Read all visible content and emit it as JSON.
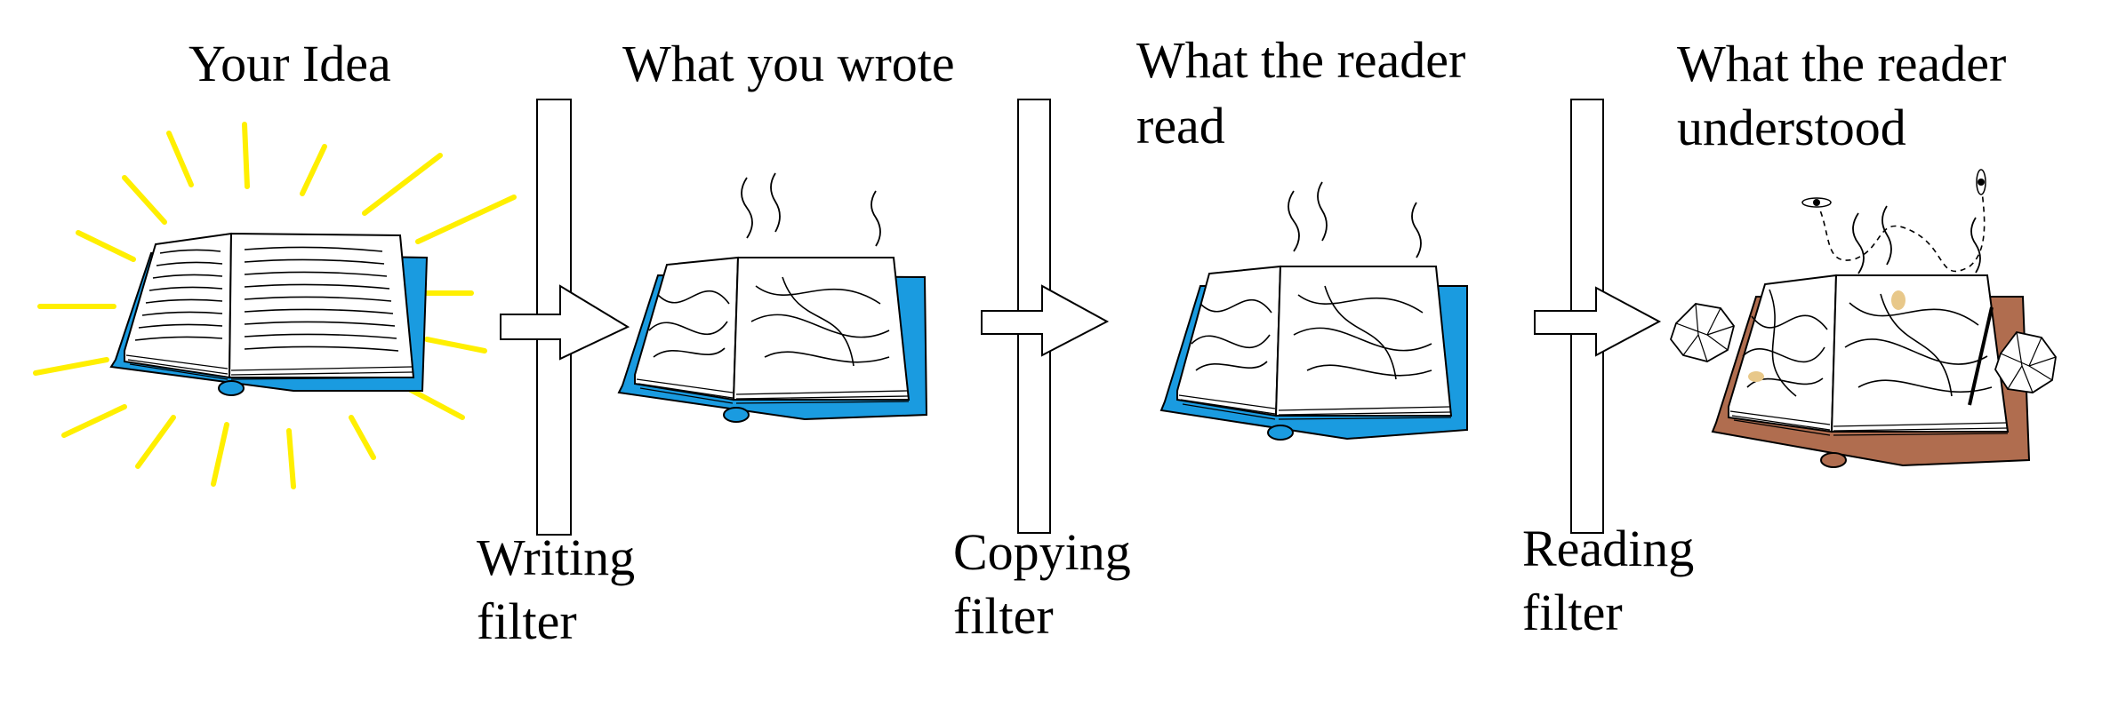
{
  "stages": [
    {
      "label": "Your Idea",
      "book_color": "#1a9be0",
      "glow_color": "#ffef00"
    },
    {
      "label_line1": "What you wrote",
      "book_color": "#1a9be0"
    },
    {
      "label_line1": "What the reader",
      "label_line2": "read",
      "book_color": "#1a9be0"
    },
    {
      "label_line1": "What the reader",
      "label_line2": "understood",
      "book_color": "#b06d4f"
    }
  ],
  "filters": [
    {
      "line1": "Writing",
      "line2": "filter"
    },
    {
      "line1": "Copying",
      "line2": "filter"
    },
    {
      "line1": "Reading",
      "line2": "filter"
    }
  ],
  "icons": [
    "open-book-icon",
    "arrow-right-icon",
    "filter-pane-icon",
    "crumpled-paper-icon",
    "fly-icon",
    "steam-icon",
    "glow-rays-icon"
  ]
}
